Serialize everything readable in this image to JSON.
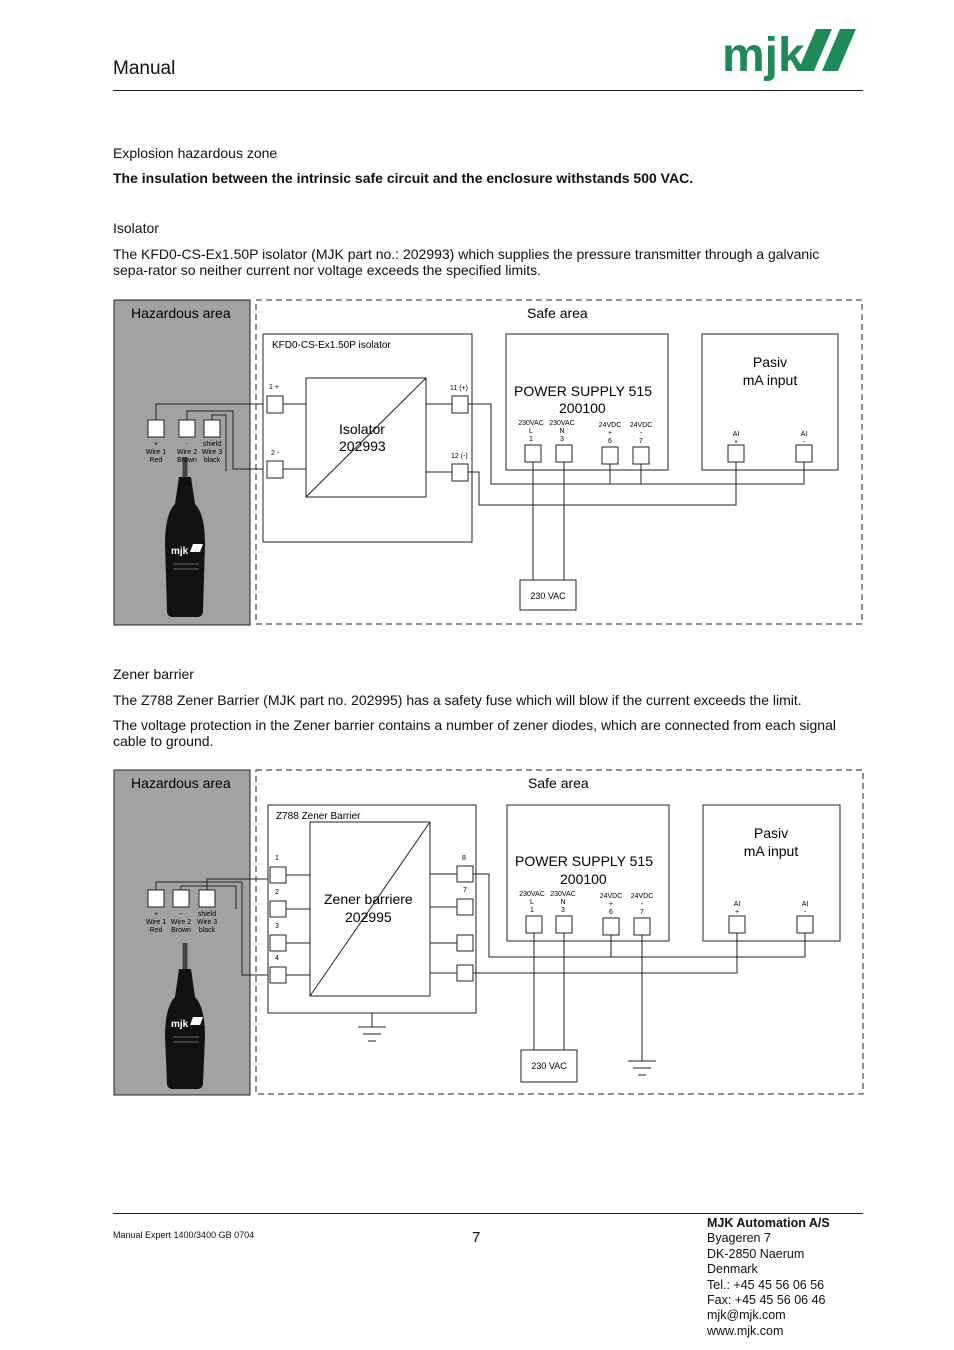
{
  "header": {
    "title": "Manual",
    "logo_text": "mjk"
  },
  "section1": {
    "heading": "Explosion hazardous zone",
    "statement": "The insulation between the intrinsic safe circuit and the enclosure withstands 500 VAC."
  },
  "isolator": {
    "heading": "Isolator",
    "text": "The KFD0-CS-Ex1.50P isolator (MJK part no.: 202993) which supplies the pressure transmitter through a galvanic sepa-rator so neither current nor voltage exceeds the specified limits."
  },
  "diagram1": {
    "hazard_label": "Hazardous area",
    "safe_label": "Safe area",
    "device_title": "KFD0-CS-Ex1.50P  isolator",
    "device_name": "Isolator",
    "device_part": "202993",
    "pin_1": "1 +",
    "pin_2": "2 -",
    "pin_11": "11 (+)",
    "pin_12": "12 (-)",
    "ps_title": "POWER SUPPLY 515",
    "ps_part": "200100",
    "ps_t1": [
      "230VAC",
      "L",
      "1"
    ],
    "ps_t2": [
      "230VAC",
      "N",
      "3"
    ],
    "ps_t3": [
      "24VDC",
      "+",
      "6"
    ],
    "ps_t4": [
      "24VDC",
      "-",
      "7"
    ],
    "mai_title1": "Pasiv",
    "mai_title2": "mA input",
    "ai_plus": [
      "AI",
      "+"
    ],
    "ai_minus": [
      "AI",
      "-"
    ],
    "mains_box": "230 VAC",
    "wire1": [
      "+",
      "Wire  1",
      "Red"
    ],
    "wire2": [
      "-",
      "Wire 2",
      "Brown"
    ],
    "wire3": [
      "shield",
      "Wire 3",
      "black"
    ],
    "sensor_logo": "mjk"
  },
  "zener": {
    "heading": "Zener barrier",
    "text1": "The Z788 Zener Barrier (MJK part no. 202995) has a safety fuse which will blow if the current exceeds the limit.",
    "text2": "The voltage protection in the Zener barrier contains a number of zener diodes, which are connected from each signal cable to ground."
  },
  "diagram2": {
    "hazard_label": "Hazardous area",
    "safe_label": "Safe area",
    "device_title": "Z788 Zener Barrier",
    "device_name": "Zener barriere",
    "device_part": "202995",
    "pin_1": "1",
    "pin_2": "2",
    "pin_3": "3",
    "pin_4": "4",
    "pin_8": "8",
    "pin_7": "7",
    "ps_title": "POWER SUPPLY 515",
    "ps_part": "200100",
    "ps_t1": [
      "230VAC",
      "L",
      "1"
    ],
    "ps_t2": [
      "230VAC",
      "N",
      "3"
    ],
    "ps_t3": [
      "24VDC",
      "+",
      "6"
    ],
    "ps_t4": [
      "24VDC",
      "-",
      "7"
    ],
    "mai_title1": "Pasiv",
    "mai_title2": "mA input",
    "ai_plus": [
      "AI",
      "+"
    ],
    "ai_minus": [
      "AI",
      "-"
    ],
    "mains_box": "230 VAC",
    "wire1": [
      "+",
      "Wire  1",
      "Red"
    ],
    "wire2": [
      "-",
      "Wire 2",
      "Brown"
    ],
    "wire3": [
      "shield",
      "Wire 3",
      "black"
    ],
    "sensor_logo": "mjk"
  },
  "footer": {
    "doc_ref": "Manual Expert 1400/3400 GB 0704",
    "page": "7",
    "company": "MJK Automation A/S",
    "street": "Byageren 7",
    "city": "DK-2850 Naerum",
    "country": "Denmark",
    "tel": "Tel.:  +45 45 56 06 56",
    "fax": "Fax:  +45 45 56 06 46",
    "email": "mjk@mjk.com",
    "web": "www.mjk.com"
  },
  "colors": {
    "brand_green": "#1e8a5a",
    "hazard_grey": "#a2a2a2"
  }
}
